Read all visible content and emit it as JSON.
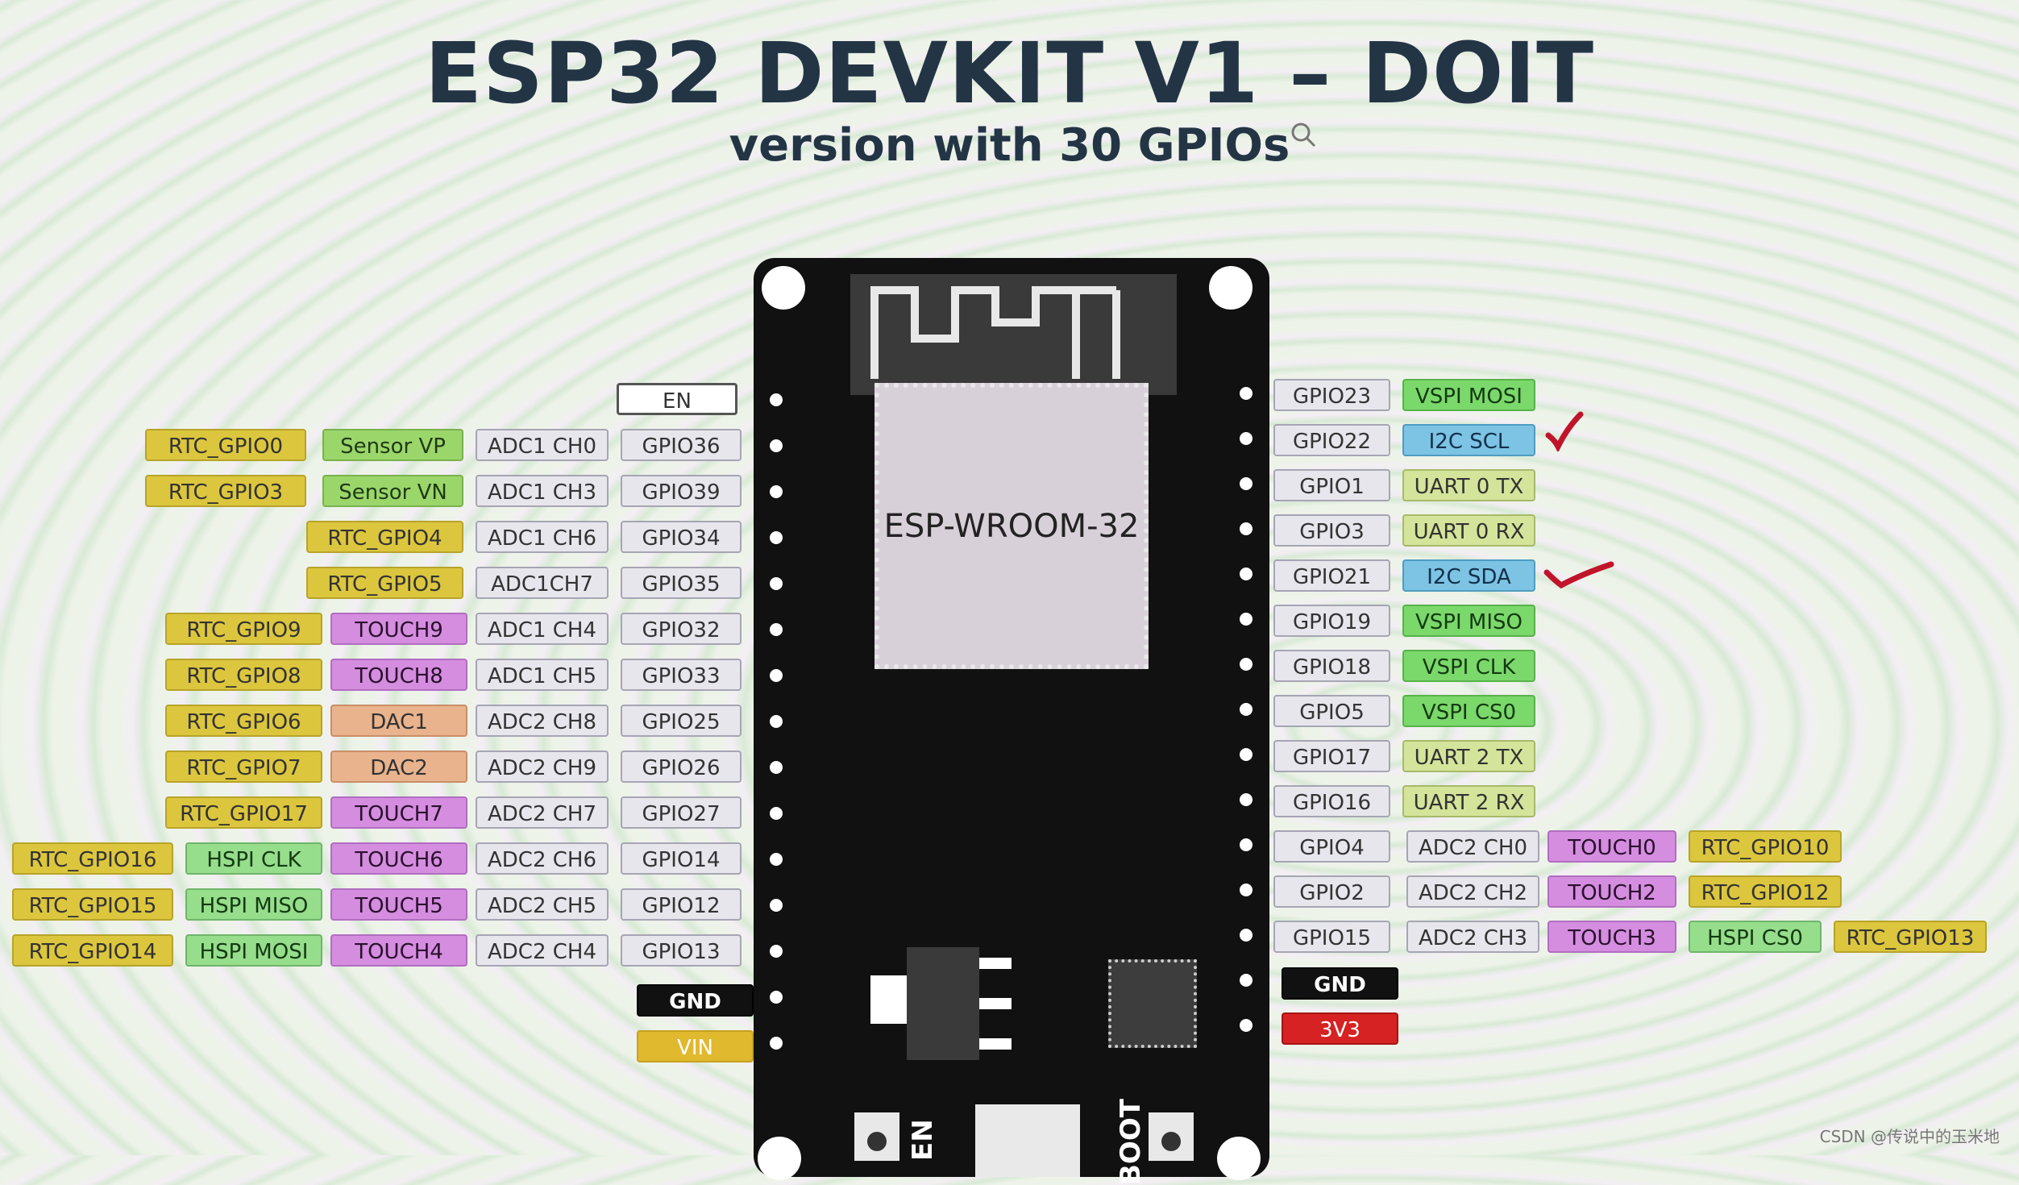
{
  "header": {
    "title": "ESP32 DEVKIT V1 – DOIT",
    "subtitle": "version with 30 GPIOs"
  },
  "board": {
    "module_label": "ESP-WROOM-32",
    "en_button_text": "EN",
    "boot_button_text": "BOOT"
  },
  "left_header_pin": "EN",
  "left_pins": [
    {
      "rtc": "RTC_GPIO0",
      "func": "Sensor VP",
      "adc": "ADC1 CH0",
      "gpio": "GPIO36"
    },
    {
      "rtc": "RTC_GPIO3",
      "func": "Sensor VN",
      "adc": "ADC1 CH3",
      "gpio": "GPIO39"
    },
    {
      "rtc": "RTC_GPIO4",
      "adc": "ADC1 CH6",
      "gpio": "GPIO34"
    },
    {
      "rtc": "RTC_GPIO5",
      "adc": "ADC1CH7",
      "gpio": "GPIO35"
    },
    {
      "rtc": "RTC_GPIO9",
      "touch": "TOUCH9",
      "adc": "ADC1 CH4",
      "gpio": "GPIO32"
    },
    {
      "rtc": "RTC_GPIO8",
      "touch": "TOUCH8",
      "adc": "ADC1 CH5",
      "gpio": "GPIO33"
    },
    {
      "rtc": "RTC_GPIO6",
      "dac": "DAC1",
      "adc": "ADC2 CH8",
      "gpio": "GPIO25"
    },
    {
      "rtc": "RTC_GPIO7",
      "dac": "DAC2",
      "adc": "ADC2 CH9",
      "gpio": "GPIO26"
    },
    {
      "rtc": "RTC_GPIO17",
      "touch": "TOUCH7",
      "adc": "ADC2 CH7",
      "gpio": "GPIO27"
    },
    {
      "rtc": "RTC_GPIO16",
      "hspi": "HSPI CLK",
      "touch": "TOUCH6",
      "adc": "ADC2 CH6",
      "gpio": "GPIO14"
    },
    {
      "rtc": "RTC_GPIO15",
      "hspi": "HSPI MISO",
      "touch": "TOUCH5",
      "adc": "ADC2 CH5",
      "gpio": "GPIO12"
    },
    {
      "rtc": "RTC_GPIO14",
      "hspi": "HSPI MOSI",
      "touch": "TOUCH4",
      "adc": "ADC2 CH4",
      "gpio": "GPIO13"
    }
  ],
  "left_power": {
    "gnd": "GND",
    "vin": "VIN"
  },
  "right_pins": [
    {
      "gpio": "GPIO23",
      "func": "VSPI MOSI"
    },
    {
      "gpio": "GPIO22",
      "func": "I2C SCL"
    },
    {
      "gpio": "GPIO1",
      "func": "UART 0 TX"
    },
    {
      "gpio": "GPIO3",
      "func": "UART 0 RX"
    },
    {
      "gpio": "GPIO21",
      "func": "I2C SDA"
    },
    {
      "gpio": "GPIO19",
      "func": "VSPI MISO"
    },
    {
      "gpio": "GPIO18",
      "func": "VSPI CLK"
    },
    {
      "gpio": "GPIO5",
      "func": "VSPI CS0"
    },
    {
      "gpio": "GPIO17",
      "func": "UART 2 TX"
    },
    {
      "gpio": "GPIO16",
      "func": "UART 2 RX"
    },
    {
      "gpio": "GPIO4",
      "adc": "ADC2 CH0",
      "touch": "TOUCH0",
      "rtc": "RTC_GPIO10"
    },
    {
      "gpio": "GPIO2",
      "adc": "ADC2 CH2",
      "touch": "TOUCH2",
      "rtc": "RTC_GPIO12"
    },
    {
      "gpio": "GPIO15",
      "adc": "ADC2 CH3",
      "touch": "TOUCH3",
      "hspi": "HSPI CS0",
      "rtc": "RTC_GPIO13"
    }
  ],
  "right_power": {
    "gnd": "GND",
    "v33": "3V3"
  },
  "watermark": "CSDN @传说中的玉米地",
  "colors": {
    "rtc": "#dcc63e",
    "touch": "#d58de0",
    "i2c": "#7cc3e4",
    "vspi": "#7bd86b",
    "uart": "#d4e49a",
    "check_mark": "#c0142a"
  }
}
